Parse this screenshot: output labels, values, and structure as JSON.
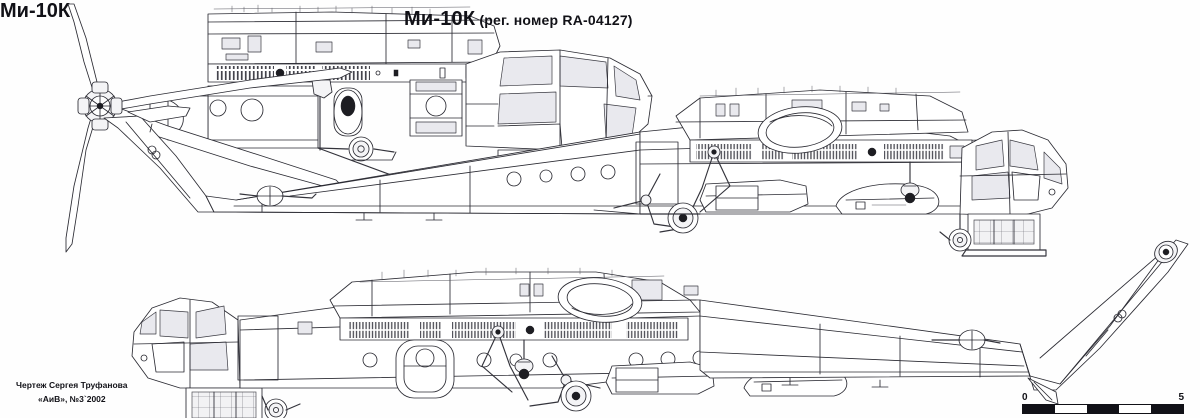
{
  "document": {
    "type": "technical-line-drawing",
    "subject": "Mil Mi-10K heavy lift helicopter",
    "background_color": "#fefefe",
    "line_color": "#2b2b33"
  },
  "titles": {
    "main": "Ми-10К",
    "main_suffix": " (рег. номер RA-04127)",
    "lower": "Ми-10К"
  },
  "credit": {
    "line1": "Чертеж  Сергея Труфанова",
    "line2": "«АиВ», №3`2002"
  },
  "scale": {
    "label_start": "0",
    "label_end": "5",
    "segments": 5,
    "pattern": [
      "b",
      "w",
      "b",
      "w",
      "b"
    ]
  },
  "views": [
    {
      "id": "front-quarter-detail",
      "name": "forward-fuselage-detail-view",
      "position": "top-left",
      "facing": "right"
    },
    {
      "id": "side-view-upper",
      "name": "side-view-nose-right",
      "position": "middle",
      "facing": "right"
    },
    {
      "id": "side-view-lower",
      "name": "side-view-nose-left",
      "position": "bottom",
      "facing": "left"
    }
  ]
}
